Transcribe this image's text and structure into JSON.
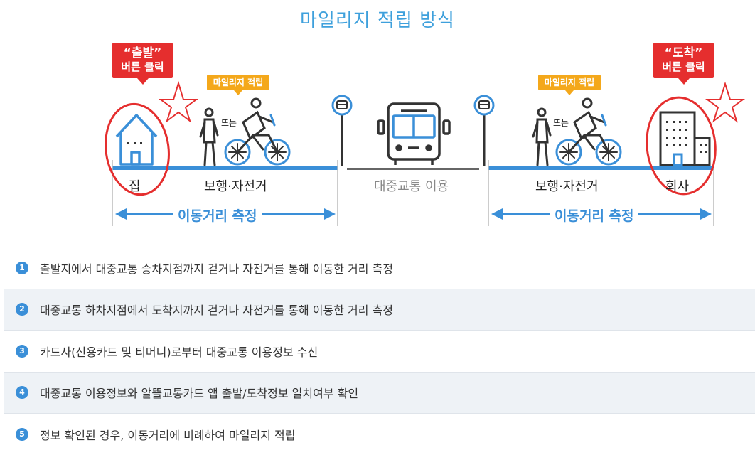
{
  "title": "마일리지 적립 방식",
  "depart_tag": {
    "quote": "“출발”",
    "line2": "버튼 클릭"
  },
  "arrive_tag": {
    "quote": "“도착”",
    "line2": "버튼 클릭"
  },
  "mileage_tag": "마일리지 적립",
  "or_text": "또는",
  "labels": {
    "home": "집",
    "walk_bike": "보행·자전거",
    "transit": "대중교통 이용",
    "company": "회사"
  },
  "measure_text": "이동거리 측정",
  "colors": {
    "accent_blue": "#3a8fd8",
    "red": "#e52e2e",
    "yellow": "#f4a81b"
  },
  "steps": [
    {
      "num": "1",
      "text": "출발지에서 대중교통 승차지점까지 걷거나 자전거를 통해 이동한 거리 측정"
    },
    {
      "num": "2",
      "text": "대중교통 하차지점에서 도착지까지 걷거나 자전거를 통해 이동한 거리 측정"
    },
    {
      "num": "3",
      "text": "카드사(신용카드 및 티머니)로부터 대중교통 이용정보 수신"
    },
    {
      "num": "4",
      "text": "대중교통 이용정보와 알뜰교통카드 앱 출발/도착정보 일치여부 확인"
    },
    {
      "num": "5",
      "text": "정보 확인된 경우, 이동거리에 비례하여 마일리지 적립"
    }
  ]
}
